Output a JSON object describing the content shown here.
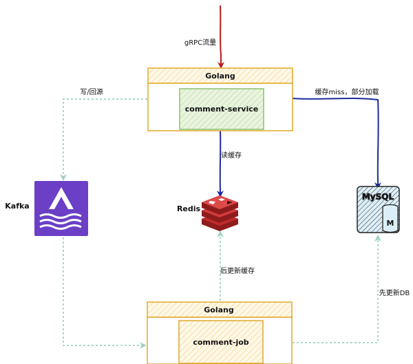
{
  "labels": {
    "grpc_traffic": "gRPC流量",
    "write_back_source": "写/回源",
    "cache_miss_partial_load": "缓存miss，部分加载",
    "read_cache": "读缓存",
    "update_cache_after": "后更新缓存",
    "update_db_first": "先更新DB"
  },
  "nodes": {
    "golang_top": {
      "title": "Golang",
      "inner": "comment-service"
    },
    "golang_bottom": {
      "title": "Golang",
      "inner": "comment-job"
    },
    "kafka": {
      "label": "Kafka"
    },
    "redis": {
      "label": "Redis"
    },
    "mysql": {
      "label": "MySQL",
      "glyph": "M"
    }
  },
  "colors": {
    "grpc_arrow": "#b81c1c",
    "read_arrow": "#1c2a9c",
    "async_arrow": "#a8d8cc",
    "golang_border": "#e0a92a",
    "golang_header_fill": "#fdf2d6",
    "service_fill": "#d8ecc8",
    "service_border": "#8cc06c",
    "job_fill": "#fdf2d6",
    "kafka": "#6b3fc6",
    "redis": "#c22a2a",
    "mysql": "#9ccfe6"
  }
}
